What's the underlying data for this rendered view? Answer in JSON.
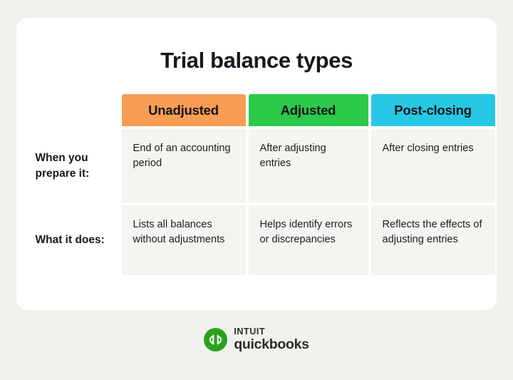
{
  "card": {
    "title": "Trial balance types"
  },
  "table": {
    "corner_label": "",
    "columns": [
      {
        "label": "Unadjusted",
        "color": "#f89d53",
        "name": "unadjusted"
      },
      {
        "label": "Adjusted",
        "color": "#2bca4b",
        "name": "adjusted"
      },
      {
        "label": "Post-closing",
        "color": "#26c8e4",
        "name": "postclosing"
      }
    ],
    "rows": [
      {
        "label": "When you prepare it:",
        "cells": [
          "End of an accounting period",
          "After adjusting entries",
          "After closing entries"
        ]
      },
      {
        "label": "What it does:",
        "cells": [
          "Lists all balances without adjustments",
          "Helps identify errors or discrepancies",
          "Reflects the effects of adjusting entries"
        ]
      }
    ]
  },
  "logo": {
    "mark_icon": "quickbooks-qb-icon",
    "mark_letters": "qb",
    "brand_top": "INTUIT",
    "brand_bottom": "quickbooks",
    "mark_color": "#2ca01c"
  },
  "colors": {
    "page_background": "#f1f1ed",
    "card_background": "#ffffff",
    "cell_background": "#f4f4f1",
    "text": "#14181f"
  }
}
